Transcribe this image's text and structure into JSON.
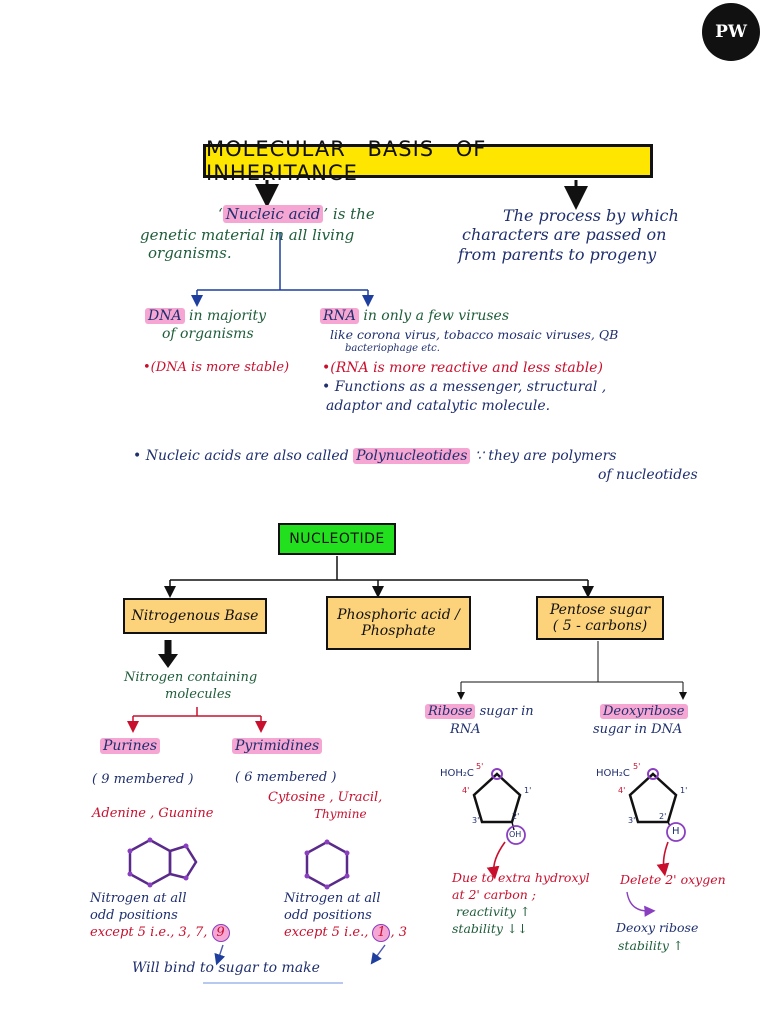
{
  "logo": {
    "text": "PW"
  },
  "title": "MOLECULAR BASIS OF INHERITANCE",
  "nucleic": {
    "left_pre": "‘",
    "term": "Nucleic acid",
    "left_post": "’ is the",
    "line2": "genetic material  in all living",
    "line3": "organisms.",
    "right1": "The process by which",
    "right2": "characters are passed on",
    "right3": "from parents to progeny"
  },
  "dna": {
    "term": "DNA",
    "text1": " in majority",
    "text2": "of organisms",
    "note": "•(DNA is more stable)"
  },
  "rna": {
    "term": "RNA",
    "text1": " in only a few viruses",
    "text2": "like corona virus, tobacco mosaic viruses, QB",
    "text3": "bacteriophage etc.",
    "note": "•(RNA is more reactive and less stable)",
    "func1": "• Functions as a messenger, structural ,",
    "func2": "adaptor and catalytic molecule."
  },
  "poly": {
    "pre": "• Nucleic acids  are  also  called ",
    "term": "Polynucleotides",
    "post": "  ∵ they are polymers",
    "post2": "of nucleotides"
  },
  "nucleotide": {
    "title": "NUCLEOTIDE",
    "base": "Nitrogenous Base",
    "phosphate_1": "Phosphoric acid /",
    "phosphate_2": "Phosphate",
    "sugar_1": "Pentose sugar",
    "sugar_2": "( 5 - carbons)"
  },
  "bases": {
    "nitrogen1": "Nitrogen containing",
    "nitrogen2": "molecules",
    "purines": "Purines",
    "pyrimidines": "Pyrimidines",
    "purine_ring": "( 9 membered )",
    "pyrimidine_ring": "( 6 membered )",
    "purine_names": "Adenine , Guanine",
    "pyr_names1": "Cytosine , Uracil,",
    "pyr_names2": "Thymine",
    "pur_n1": "Nitrogen at all",
    "pur_n2": "odd positions",
    "pur_n3": "except 5  i.e., 3, 7, ",
    "pur_circ": "9",
    "pyr_n1": "Nitrogen at all",
    "pyr_n2": "odd positions",
    "pyr_n3": "except 5  i.e., ",
    "pyr_circ": "1",
    "pyr_n4": ", 3",
    "bind": "Will bind to sugar to make"
  },
  "sugars": {
    "ribose_term": "Ribose",
    "ribose_post": " sugar in",
    "ribose_line2": "RNA",
    "deoxy_term": "Deoxyribose",
    "deoxy_line2": "sugar in DNA",
    "hoh2c": "HOH₂C",
    "c5": "5'",
    "c4": "4'",
    "c3": "3'",
    "c2": "2'",
    "c1": "1'",
    "oh": "OH",
    "h": "H",
    "rib_note1": "Due to extra hydroxyl",
    "rib_note2": "at 2' carbon ;",
    "rib_note3": "reactivity ↑",
    "rib_note4": "stability ↓↓",
    "deoxy_note1": "Delete 2' oxygen",
    "deoxy_note2": "Deoxy ribose",
    "deoxy_note3": "stability ↑"
  }
}
